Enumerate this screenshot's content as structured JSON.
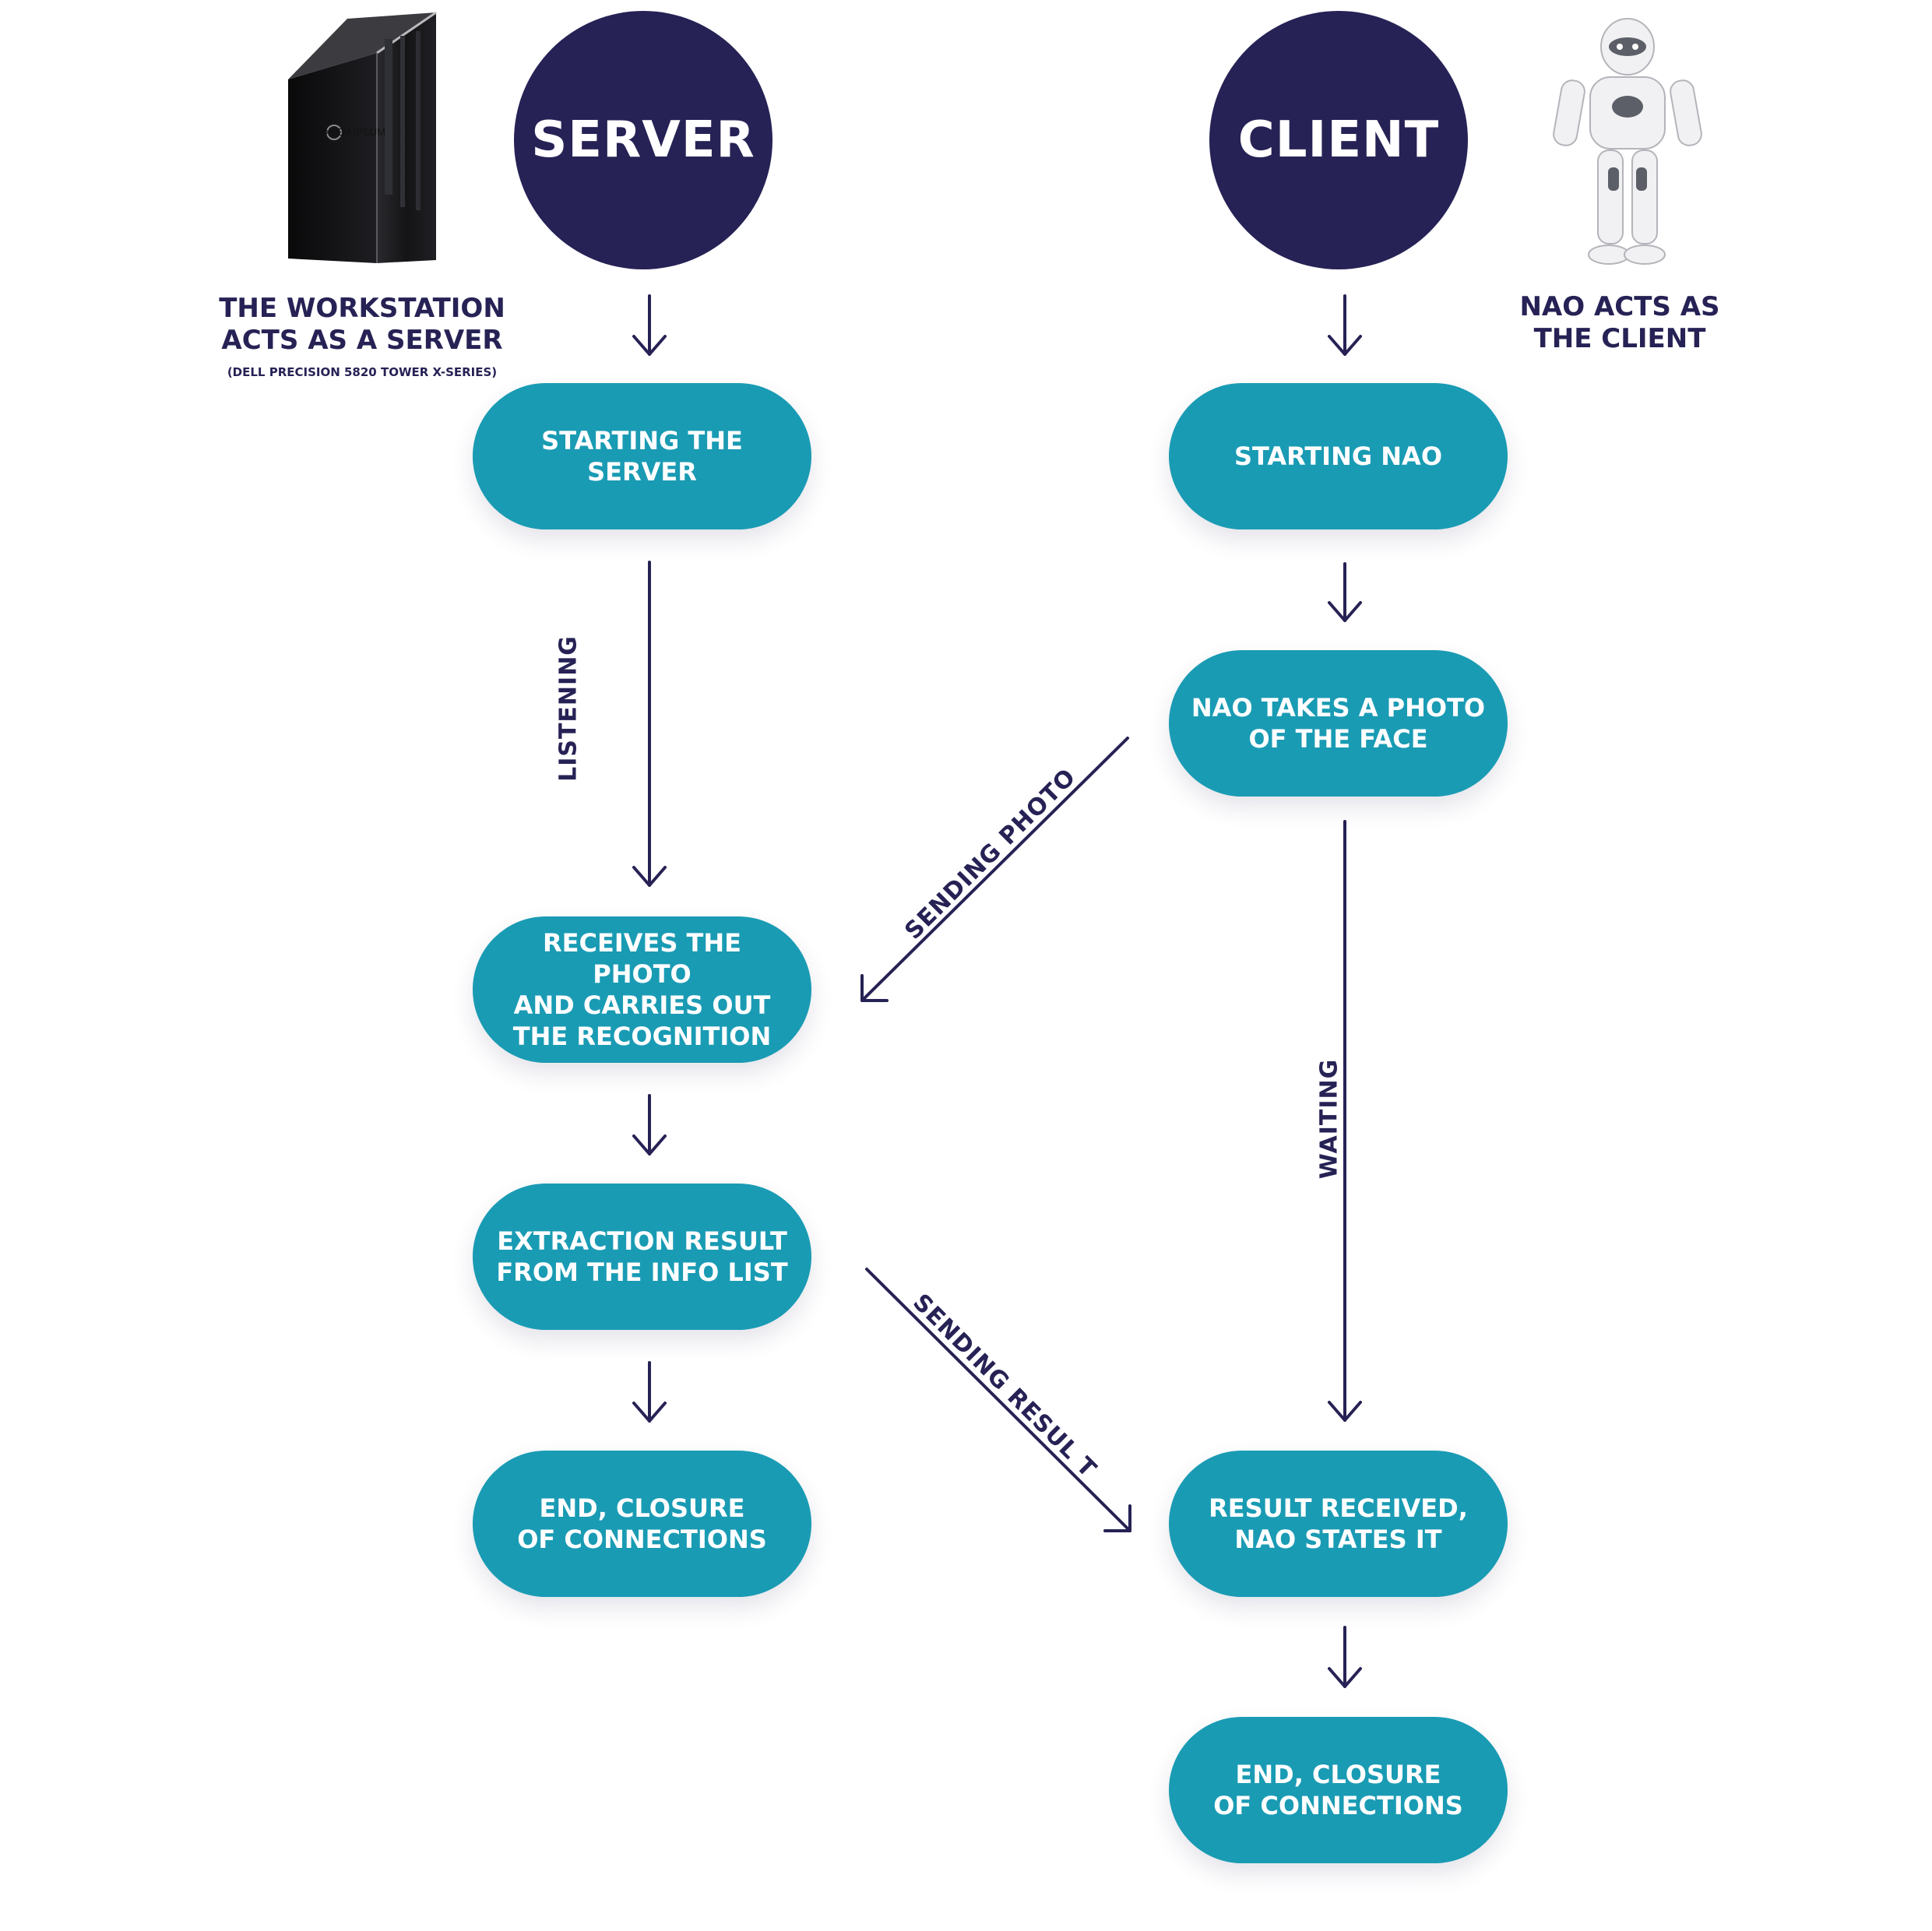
{
  "server": {
    "title": "SERVER",
    "caption_line1": "THE WORKSTATION",
    "caption_line2": "ACTS AS A SERVER",
    "caption_sub": "(DELL PRECISION 5820 TOWER X-SERIES)",
    "tower_label": "LOREM IPSUM",
    "steps": {
      "start": "STARTING THE SERVER",
      "receive_l1": "RECEIVES THE PHOTO",
      "receive_l2": "AND CARRIES OUT",
      "receive_l3": "THE RECOGNITION",
      "extract_l1": "EXTRACTION RESULT",
      "extract_l2": "FROM THE INFO LIST",
      "end_l1": "END, CLOSURE",
      "end_l2": "OF CONNECTIONS"
    }
  },
  "client": {
    "title": "CLIENT",
    "caption_line1": "NAO ACTS AS",
    "caption_line2": "THE CLIENT",
    "steps": {
      "start": "STARTING NAO",
      "photo_l1": "NAO TAKES A PHOTO",
      "photo_l2": "OF THE FACE",
      "result_l1": "RESULT RECEIVED,",
      "result_l2": "NAO STATES IT",
      "end_l1": "END, CLOSURE",
      "end_l2": "OF CONNECTIONS"
    }
  },
  "edges": {
    "listening": "LISTENING",
    "sending_photo": "SENDING PHOTO",
    "waiting": "WAITING",
    "sending_result": "SENDING RESUL T"
  },
  "colors": {
    "navy": "#262255",
    "teal": "#1a9bb4",
    "background": "#ffffff"
  }
}
